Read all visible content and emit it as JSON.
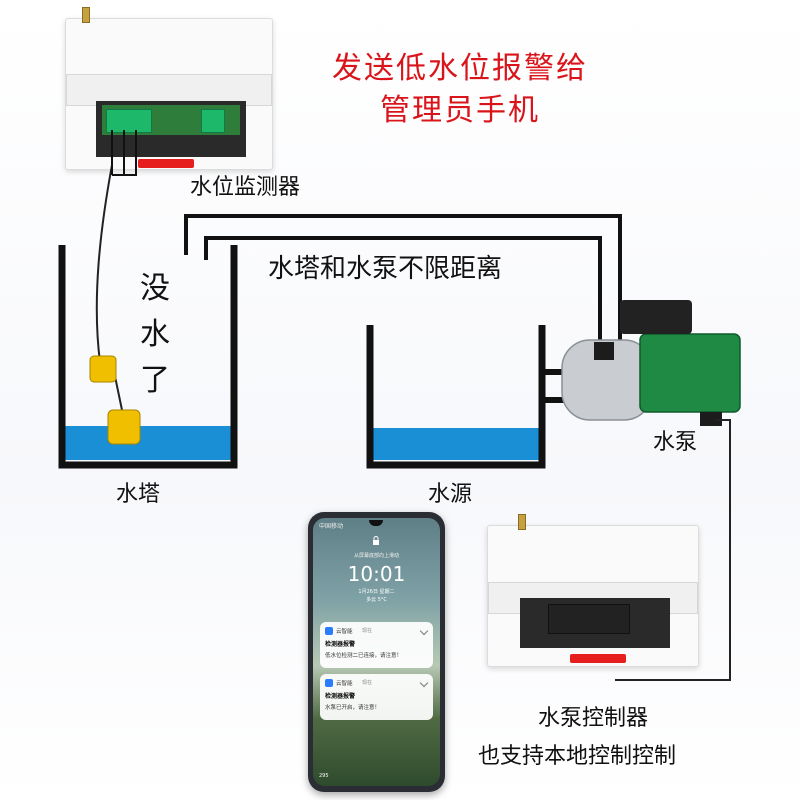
{
  "header": {
    "line1": "发送低水位报警给",
    "line2": "管理员手机"
  },
  "labels": {
    "water_level_monitor": "水位监测器",
    "distance_note": "水塔和水泵不限距离",
    "no_water": [
      "没",
      "水",
      "了"
    ],
    "water_tower": "水塔",
    "water_source": "水源",
    "pump": "水泵",
    "pump_controller": "水泵控制器",
    "local_control": "也支持本地控制控制"
  },
  "phone": {
    "status_left": "中国移动",
    "lock_hint": "从屏幕底部向上滑动",
    "clock": "10:01",
    "date": "1月26日 星期二",
    "weather": "多云 5°C",
    "notifications": [
      {
        "app": "云智能",
        "time": "现在",
        "title": "检测器报警",
        "message": "低水位检测二已连接，请注意！"
      },
      {
        "app": "云智能",
        "time": "现在",
        "title": "检测器报警",
        "message": "水泵已开启，请注意！"
      }
    ],
    "bottom_status": "295"
  },
  "colors": {
    "accent_red": "#d9151b",
    "water_blue": "#1a8fd6",
    "tank_black": "#111111",
    "pump_green": "#1f8a44"
  }
}
